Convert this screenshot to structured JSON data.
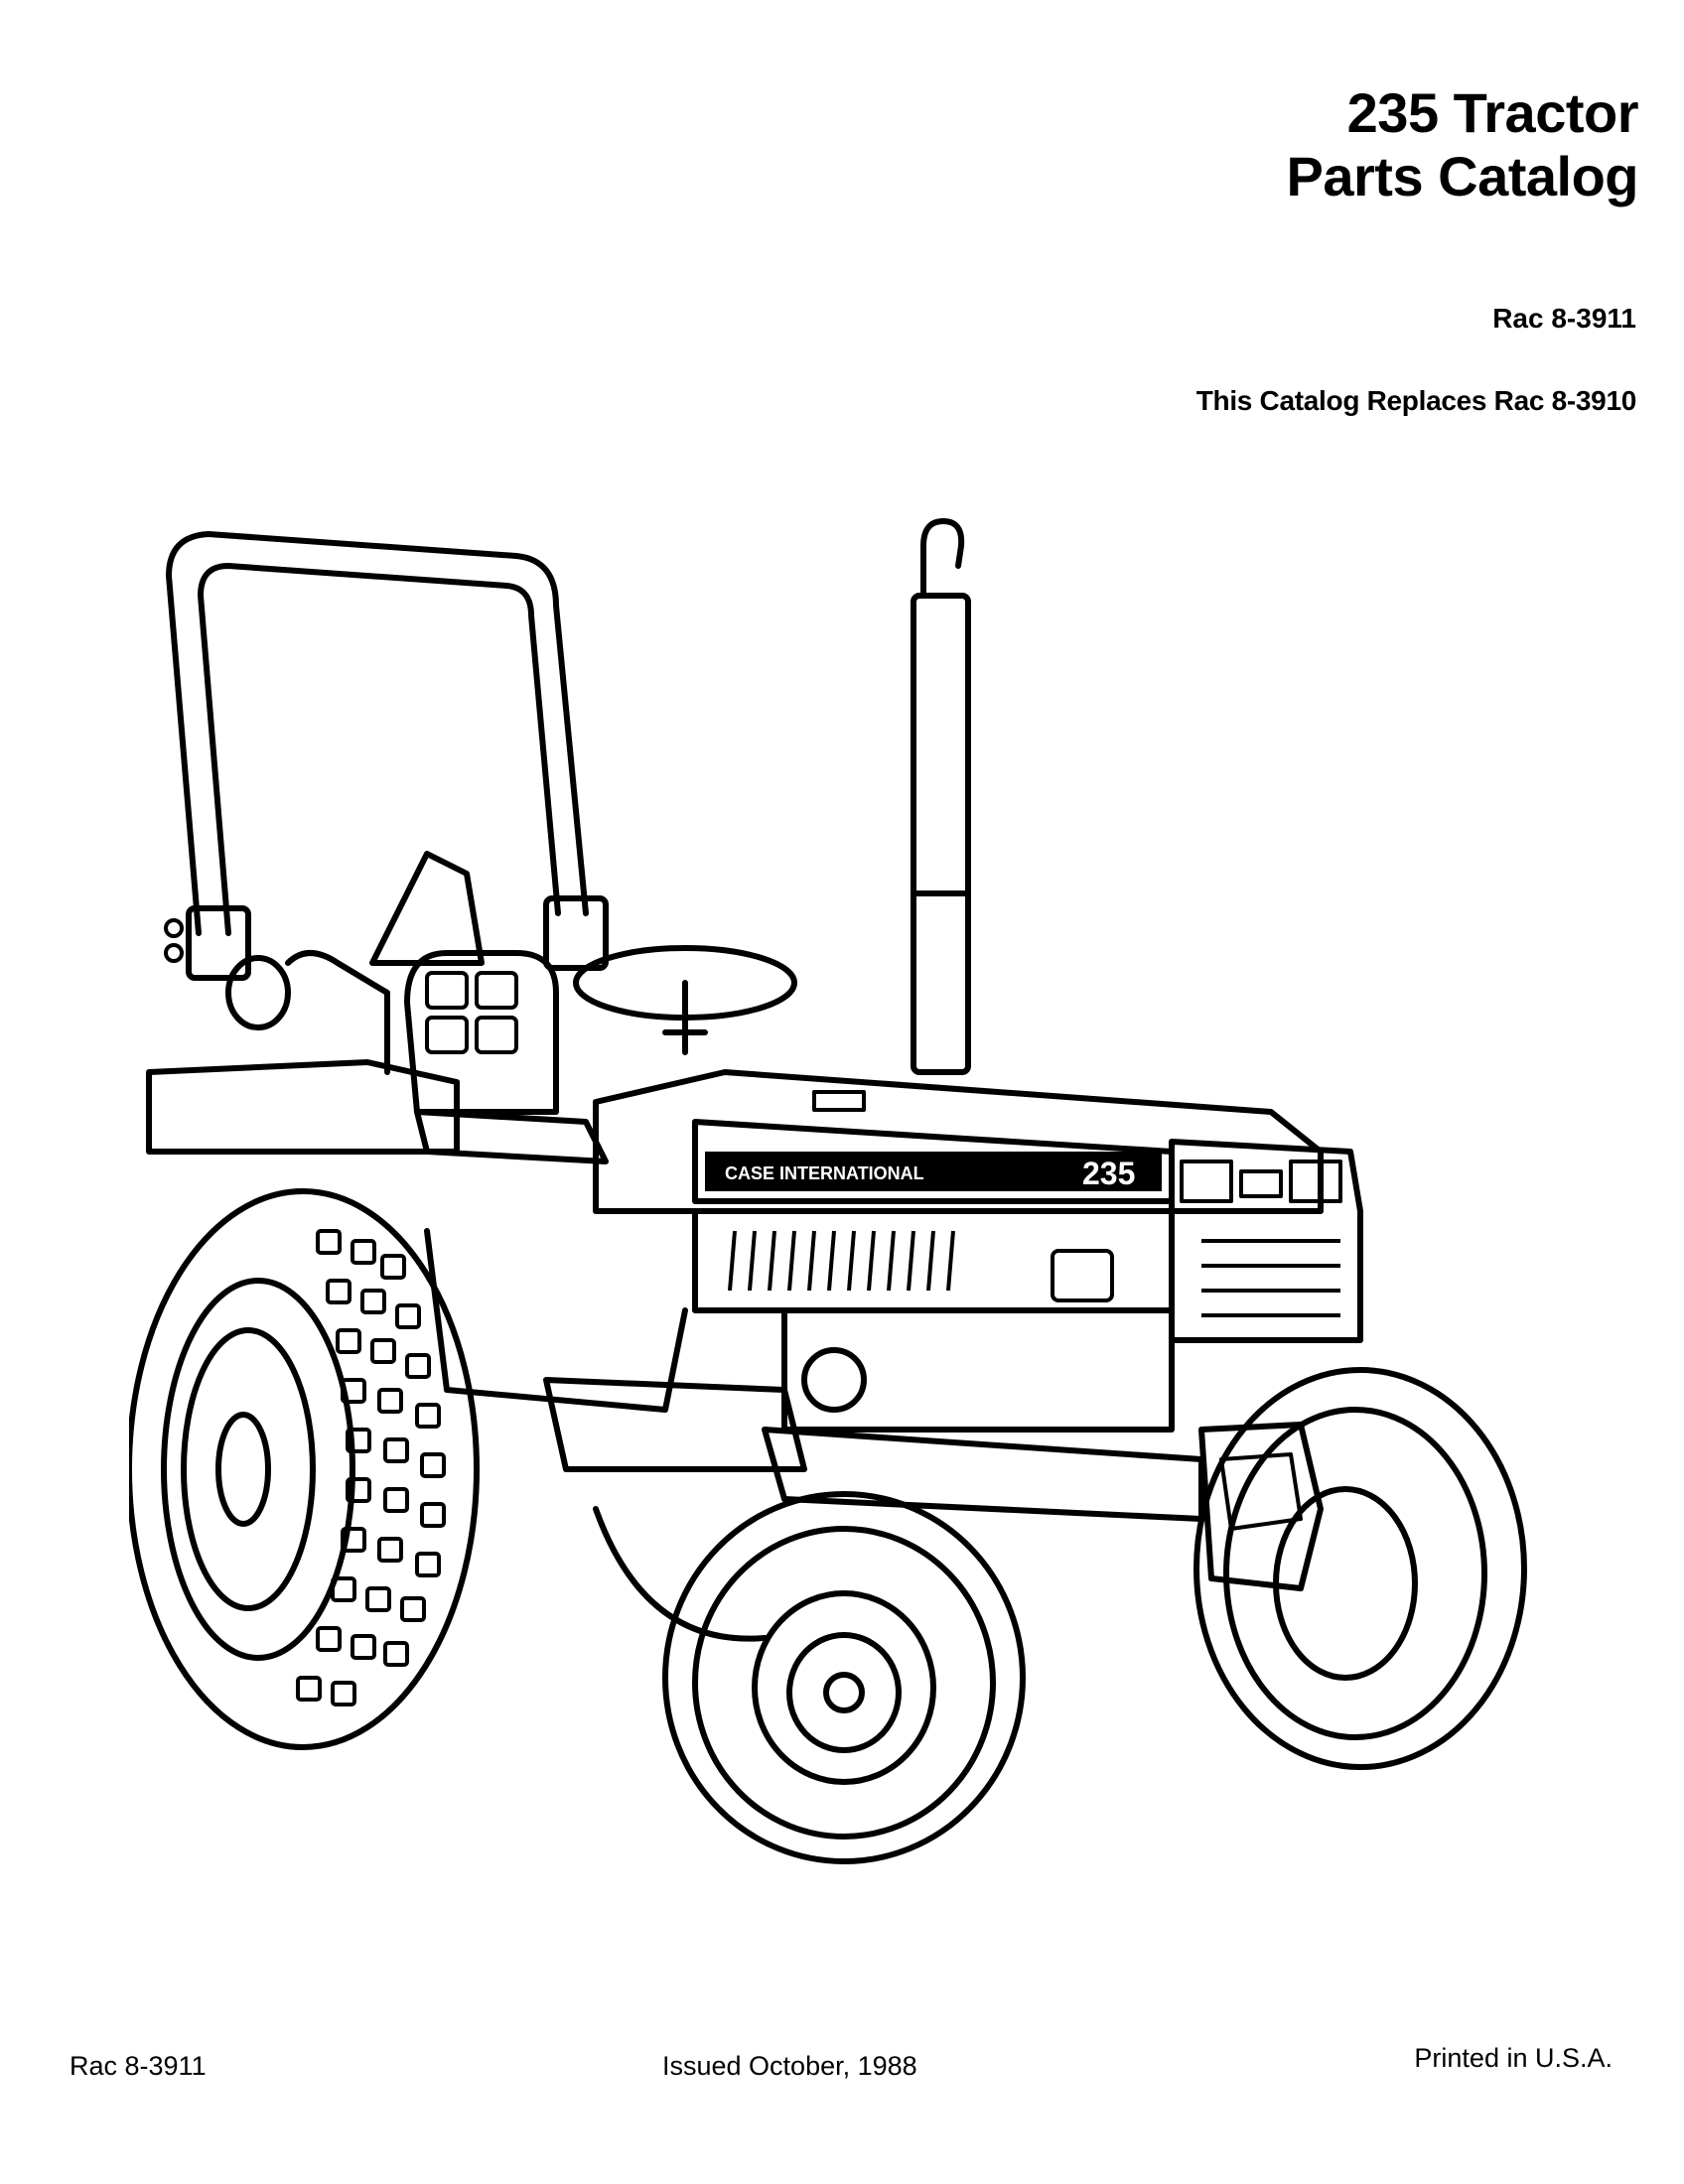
{
  "document": {
    "title_line_1": "235 Tractor",
    "title_line_2": "Parts Catalog",
    "catalog_number": "Rac 8-3911",
    "replaces_notice": "This Catalog Replaces Rac 8-3910"
  },
  "illustration": {
    "subject": "tractor line drawing",
    "hood_brand_text": "CASE INTERNATIONAL",
    "hood_model_text": "235"
  },
  "footer": {
    "left": "Rac 8-3911",
    "center": "Issued October, 1988",
    "right": "Printed in U.S.A."
  }
}
